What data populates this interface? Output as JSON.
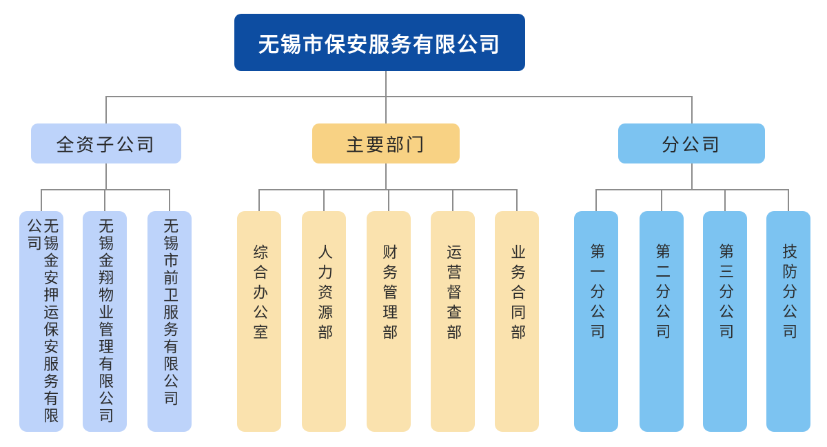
{
  "company": {
    "title": "无锡市保安服务有限公司"
  },
  "groups": [
    {
      "label": "全资子公司",
      "children": [
        "无锡金安押运保安服务有限公司",
        "无锡金翔物业管理有限公司",
        "无锡市前卫服务有限公司"
      ]
    },
    {
      "label": "主要部门",
      "children": [
        "综合办公室",
        "人力资源部",
        "财务管理部",
        "运营督查部",
        "业务合同部"
      ]
    },
    {
      "label": "分公司",
      "children": [
        "第一分公司",
        "第二分公司",
        "第三分公司",
        "技防分公司"
      ]
    }
  ],
  "colors": {
    "root_background": "#0D4DA1",
    "root_text": "#FFFFFF",
    "subsidiary_fill": "#BDD3FA",
    "department_header_fill": "#F8D284",
    "department_child_fill": "#FAE2AE",
    "branch_fill": "#7CC3F1",
    "connector_line": "#8C8C8C",
    "node_text": "#262626",
    "background": "#FFFFFF"
  }
}
